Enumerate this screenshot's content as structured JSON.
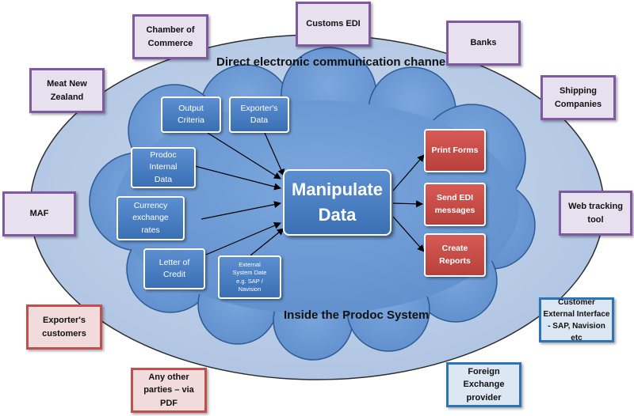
{
  "titles": {
    "channels": "Direct electronic communication channels",
    "inside": "Inside the Prodoc System"
  },
  "external": {
    "customs_edi": "Customs EDI",
    "chamber_of_commerce": "Chamber of\nCommerce",
    "banks": "Banks",
    "meat_nz": "Meat New\nZealand",
    "shipping": "Shipping\nCompanies",
    "maf": "MAF",
    "web_tracking": "Web tracking\ntool",
    "exporters_customers": "Exporter's\ncustomers",
    "customer_external": "Customer\nExternal Interface\n- SAP, Navision etc",
    "any_other": "Any other\nparties – via PDF",
    "foreign_exchange": "Foreign\nExchange\nprovider"
  },
  "inputs": {
    "output_criteria": "Output\nCriteria",
    "exporters_data": "Exporter's\nData",
    "prodoc_internal": "Prodoc\nInternal\nData",
    "currency_rates": "Currency\nexchange\nrates",
    "letter_of_credit": "Letter of\nCredit",
    "external_system": "External\nSystem Date\ne.g. SAP /\nNavision"
  },
  "center": "Manipulate\nData",
  "outputs": {
    "print_forms": "Print Forms",
    "send_edi": "Send EDI\nmessages",
    "create_reports": "Create\nReports"
  }
}
